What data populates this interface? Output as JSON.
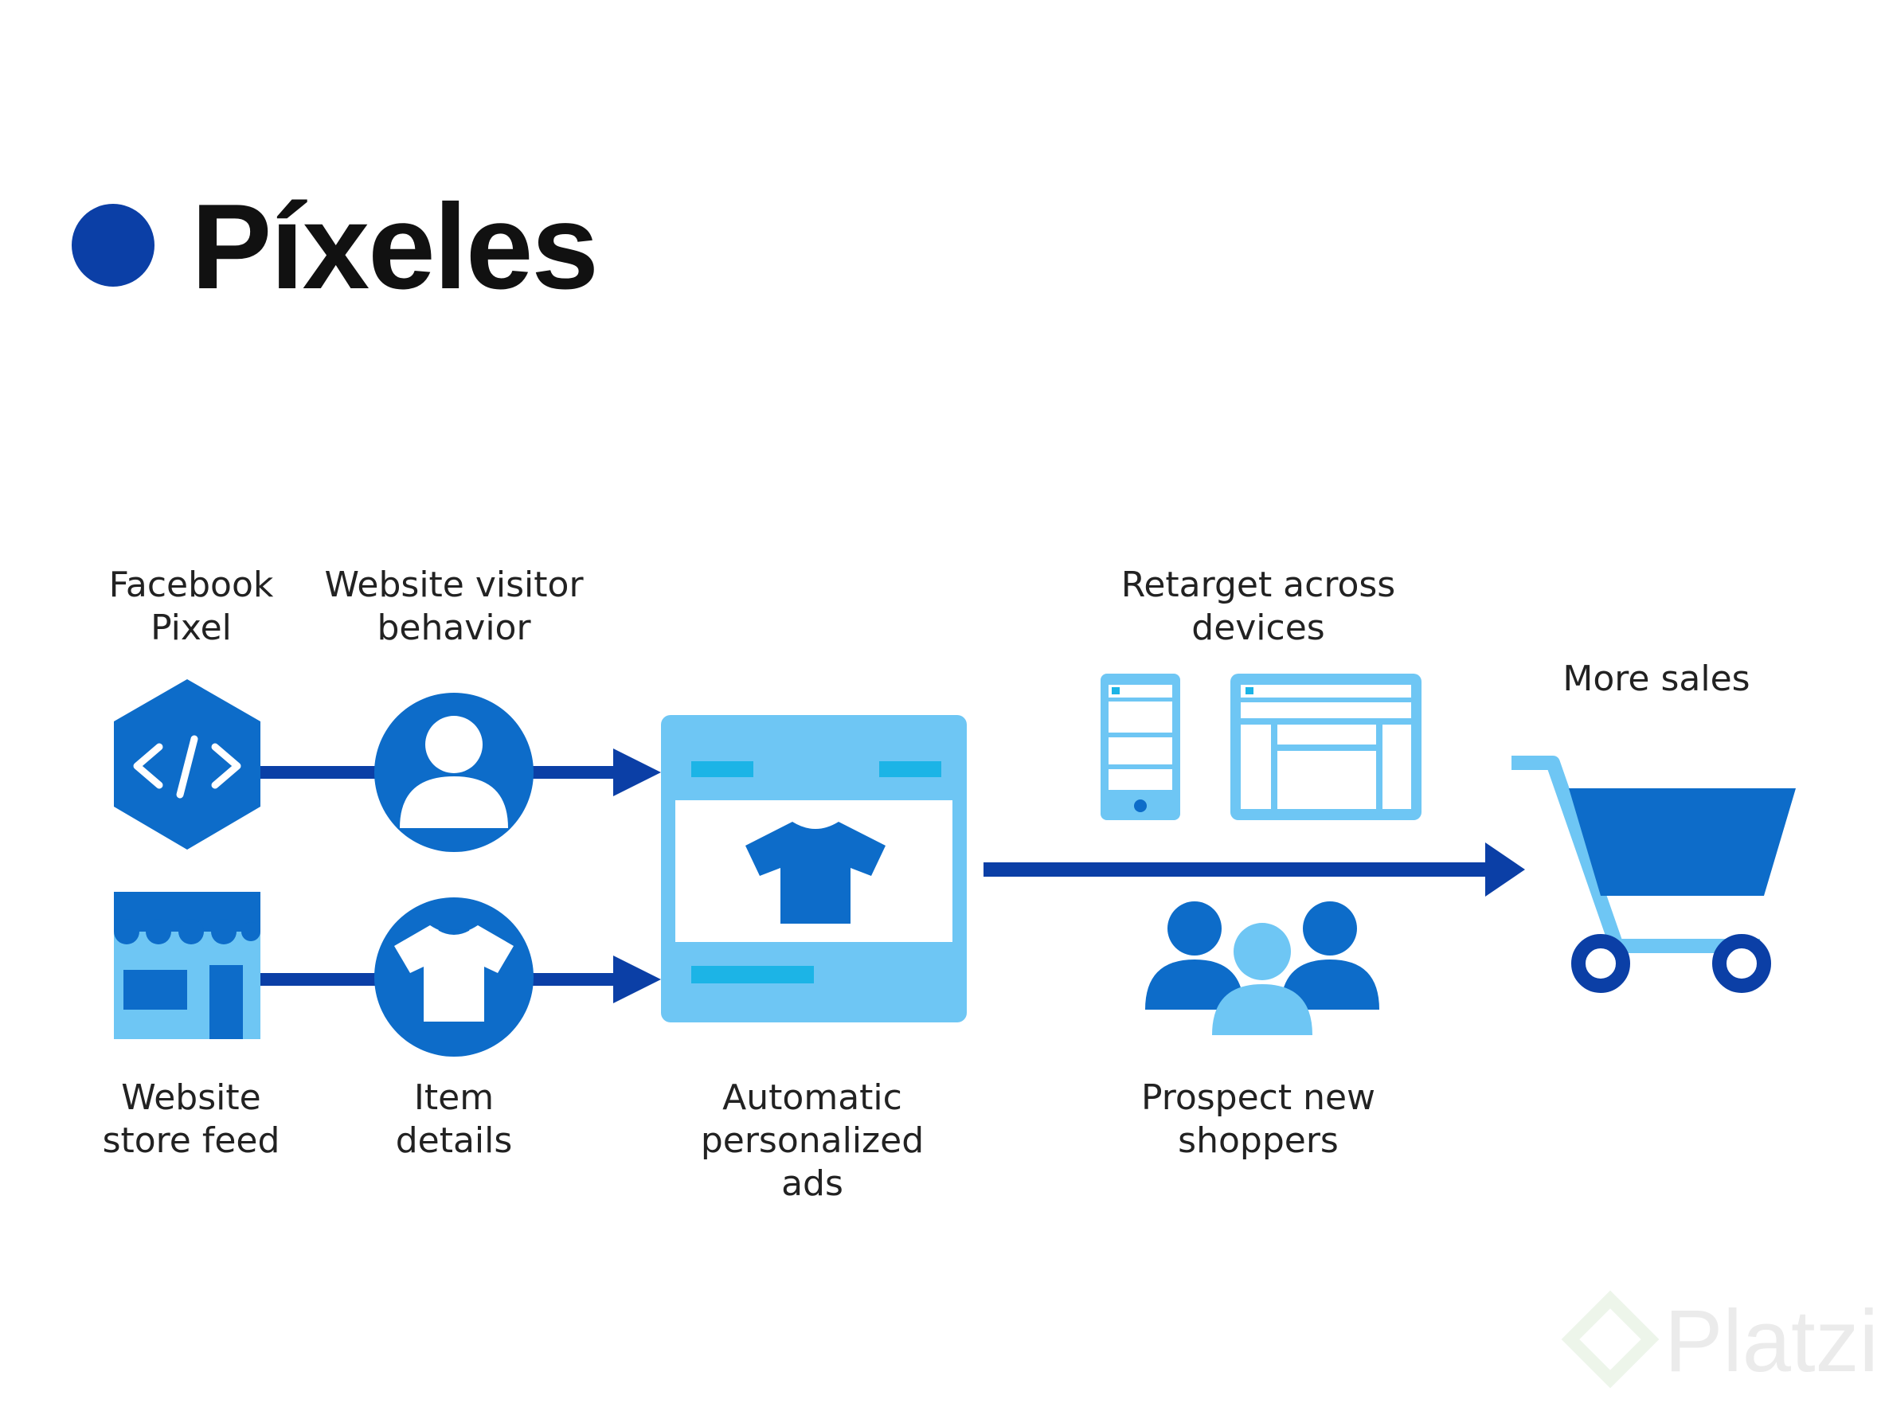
{
  "slide": {
    "title": "Píxeles",
    "accent_color": "#0b3fa6"
  },
  "diagram": {
    "labels": {
      "facebook_pixel": "Facebook\nPixel",
      "website_visitor_behavior": "Website visitor\nbehavior",
      "website_store_feed": "Website\nstore feed",
      "item_details": "Item\ndetails",
      "automatic_personalized_ads": "Automatic\npersonalized\nads",
      "retarget_across_devices": "Retarget across\ndevices",
      "prospect_new_shoppers": "Prospect new\nshoppers",
      "more_sales": "More sales"
    },
    "colors": {
      "dark_blue": "#0b3fa6",
      "mid_blue": "#0d6cc9",
      "light_blue": "#6ec6f4",
      "cyan": "#1cb4e6"
    }
  },
  "watermark": {
    "text": "Platzi"
  }
}
